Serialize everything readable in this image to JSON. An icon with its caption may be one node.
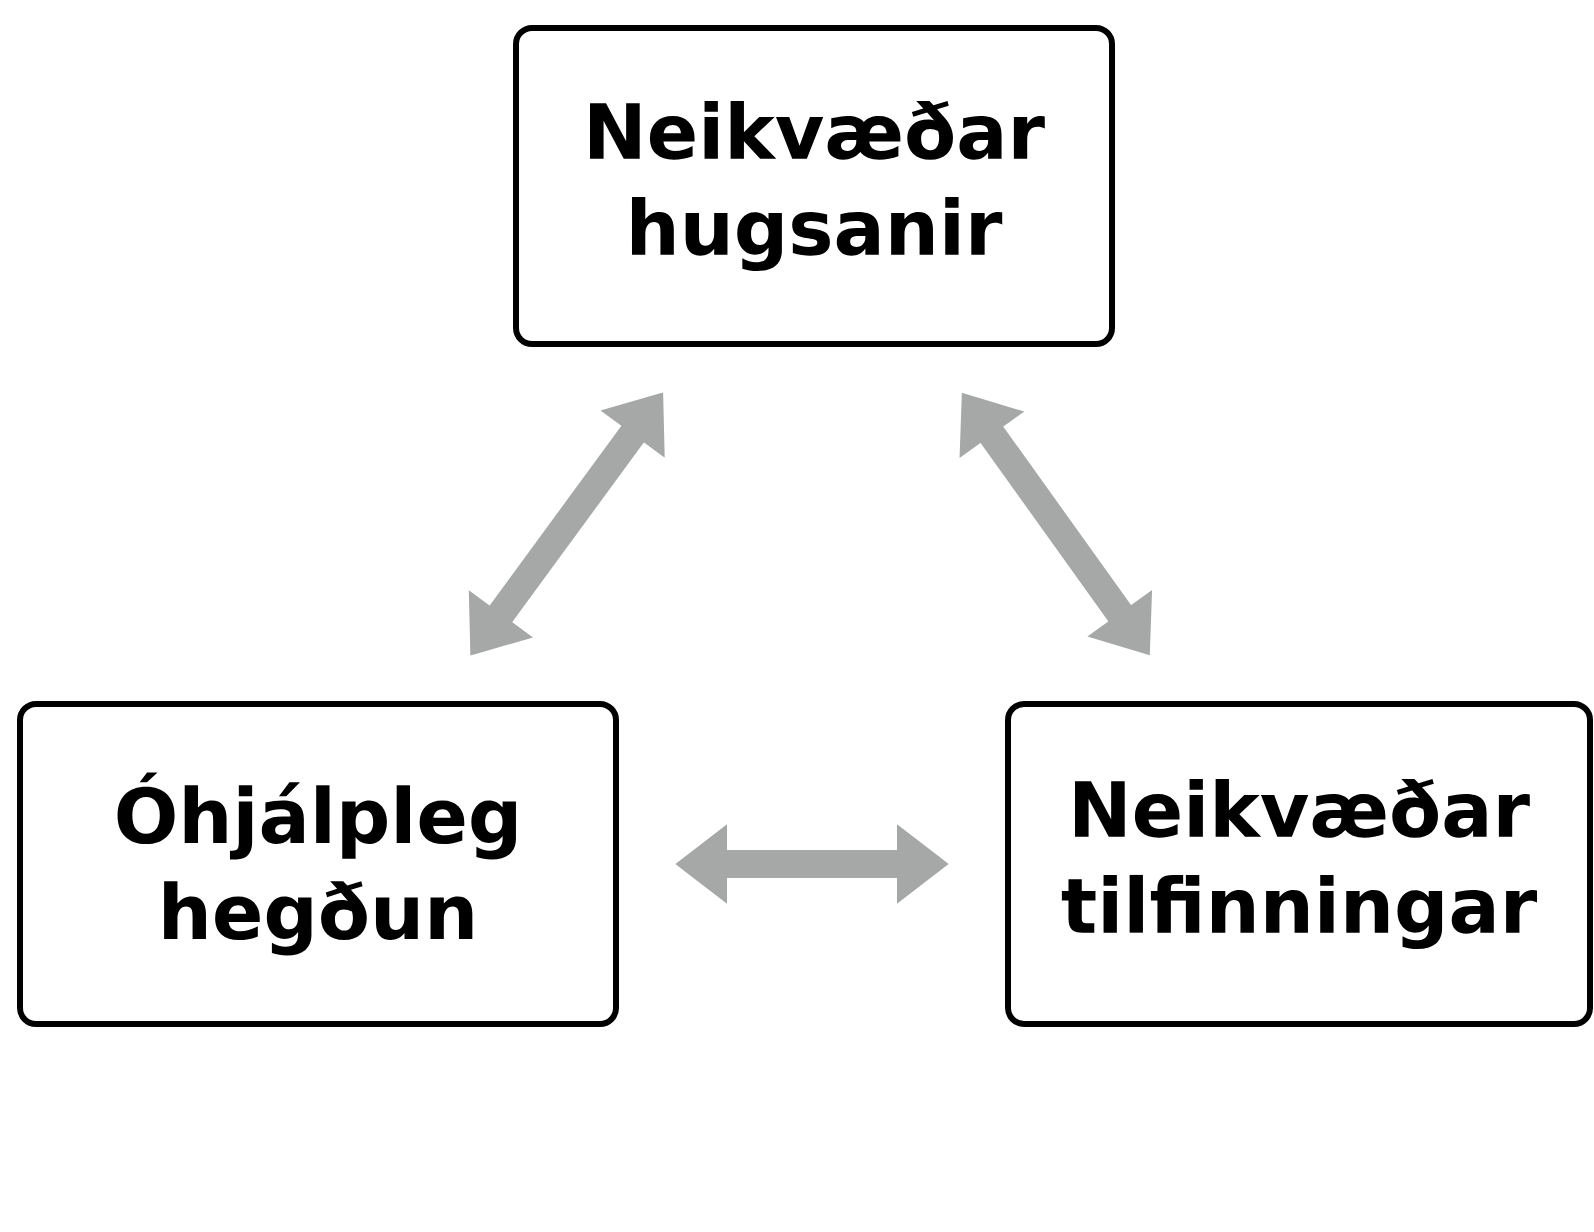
{
  "diagram": {
    "nodes": [
      {
        "text": [
          "Neikvæðar hugsanir"
        ]
      },
      {
        "text": [
          "Óhjálpleg hegðun"
        ]
      },
      {
        "text": [
          "Neikvæðar tilfinningar"
        ]
      }
    ],
    "edges": [
      {
        "from": 1,
        "to": 0,
        "arrow": "both"
      },
      {
        "from": 0,
        "to": 2,
        "arrow": "both"
      },
      {
        "from": 1,
        "to": 2,
        "arrow": "both"
      }
    ]
  }
}
